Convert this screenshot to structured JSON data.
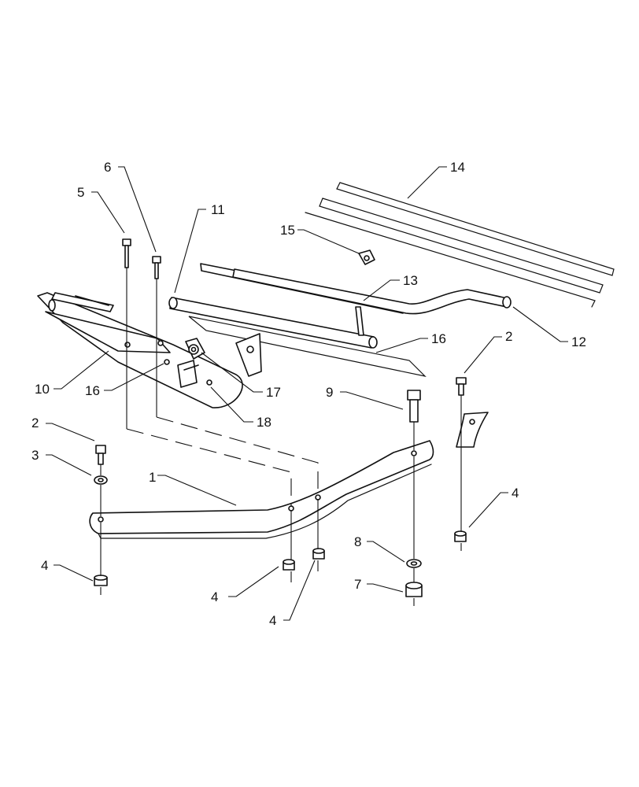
{
  "diagram": {
    "callouts": {
      "c1": "1",
      "c2a": "2",
      "c2b": "2",
      "c3": "3",
      "c4a": "4",
      "c4b": "4",
      "c4c": "4",
      "c4d": "4",
      "c5": "5",
      "c6": "6",
      "c7": "7",
      "c8": "8",
      "c9": "9",
      "c10": "10",
      "c11": "11",
      "c12": "12",
      "c13": "13",
      "c14": "14",
      "c15": "15",
      "c16a": "16",
      "c16b": "16",
      "c17": "17",
      "c18": "18"
    },
    "colors": {
      "line": "#111111",
      "background": "#ffffff"
    }
  }
}
